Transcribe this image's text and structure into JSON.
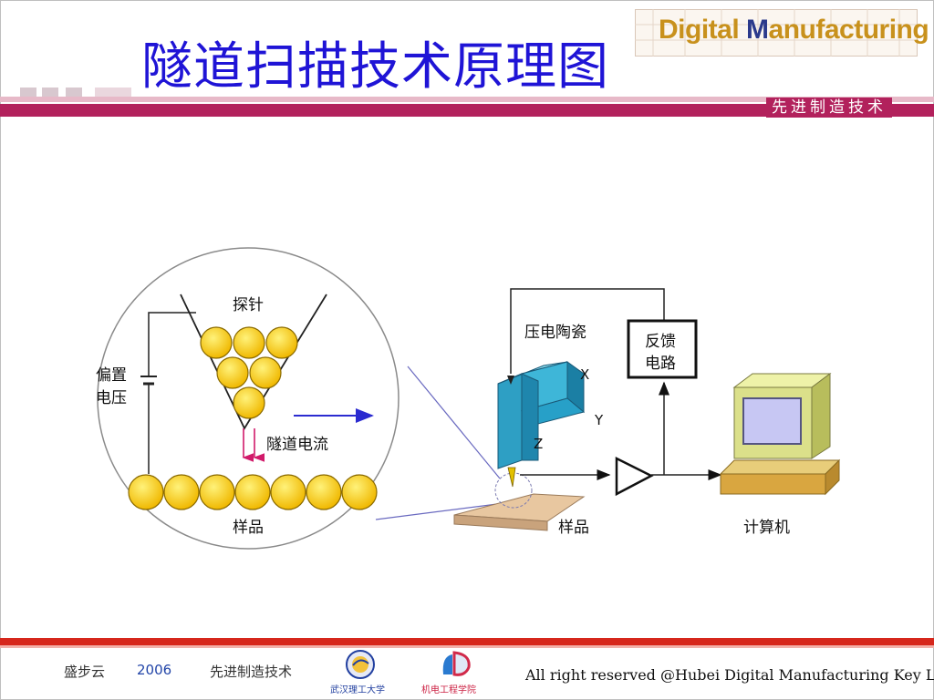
{
  "slide": {
    "title": "隧道扫描技术原理图",
    "logo": "Digital Manufacturing",
    "header_tag": "先进制造技术"
  },
  "diagram": {
    "probe_label": "探针",
    "bias_label_line1": "偏置",
    "bias_label_line2": "电压",
    "tunnel_current_label": "隧道电流",
    "sample_label_left": "样品",
    "piezo_label": "压电陶瓷",
    "feedback_line1": "反馈",
    "feedback_line2": "电路",
    "axis_x": "X",
    "axis_y": "Y",
    "axis_z": "Z",
    "sample_label_right": "样品",
    "computer_label": "计算机"
  },
  "footer": {
    "author": "盛步云",
    "year": "2006",
    "course": "先进制造技术",
    "university": "武汉理工大学",
    "school": "机电工程学院",
    "copyright": "All right reserved @Hubei Digital Manufacturing Key Lab"
  }
}
